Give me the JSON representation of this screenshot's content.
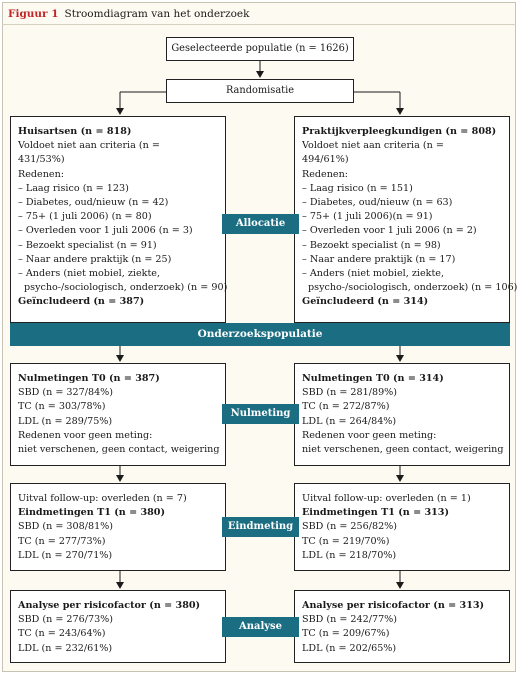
{
  "caption": {
    "label": "Figuur 1",
    "title": "Stroomdiagram van het onderzoek"
  },
  "population_box": "Geselecteerde populatie (n = 1626)",
  "randomisation_box": "Randomisatie",
  "left_allocation": [
    {
      "text": "Huisartsen (n = 818)",
      "style": "b"
    },
    {
      "text": "Voldoet niet aan criteria (n =",
      "style": ""
    },
    {
      "text": "431/53%)",
      "style": ""
    },
    {
      "text": "Redenen:",
      "style": ""
    },
    {
      "text": "– Laag risico (n = 123)",
      "style": ""
    },
    {
      "text": "– Diabetes, oud/nieuw (n = 42)",
      "style": ""
    },
    {
      "text": "– 75+ (1 juli 2006) (n = 80)",
      "style": ""
    },
    {
      "text": "– Overleden voor 1 juli 2006 (n = 3)",
      "style": ""
    },
    {
      "text": "– Bezoekt specialist (n = 91)",
      "style": ""
    },
    {
      "text": "– Naar andere praktijk (n = 25)",
      "style": ""
    },
    {
      "text": "– Anders (niet mobiel, ziekte,",
      "style": ""
    },
    {
      "text": "psycho-/sociologisch, onderzoek) (n = 90)",
      "style": "i"
    },
    {
      "text": "Geïncludeerd (n = 387)",
      "style": "b"
    }
  ],
  "right_allocation": [
    {
      "text": "Praktijkverpleegkundigen (n = 808)",
      "style": "b"
    },
    {
      "text": "Voldoet niet aan criteria (n =",
      "style": ""
    },
    {
      "text": "494/61%)",
      "style": ""
    },
    {
      "text": "Redenen:",
      "style": ""
    },
    {
      "text": "– Laag risico (n = 151)",
      "style": ""
    },
    {
      "text": "– Diabetes, oud/nieuw (n = 63)",
      "style": ""
    },
    {
      "text": "– 75+ (1 juli 2006)(n = 91)",
      "style": ""
    },
    {
      "text": "– Overleden voor 1 juli 2006 (n = 2)",
      "style": ""
    },
    {
      "text": "– Bezoekt specialist (n = 98)",
      "style": ""
    },
    {
      "text": "– Naar andere praktijk (n = 17)",
      "style": ""
    },
    {
      "text": "– Anders (niet mobiel, ziekte,",
      "style": ""
    },
    {
      "text": "psycho-/sociologisch, onderzoek) (n = 106)",
      "style": "i"
    },
    {
      "text": "Geïncludeerd (n = 314)",
      "style": "b"
    }
  ],
  "left_measure": [
    {
      "text": "Nulmetingen T0 (n = 387)",
      "style": "b"
    },
    {
      "text": "SBD (n = 327/84%)",
      "style": ""
    },
    {
      "text": "TC (n = 303/78%)",
      "style": ""
    },
    {
      "text": "LDL (n = 289/75%)",
      "style": ""
    },
    {
      "text": "Redenen voor geen meting:",
      "style": ""
    },
    {
      "text": "niet verschenen, geen contact, weigering",
      "style": ""
    }
  ],
  "right_measure": [
    {
      "text": "Nulmetingen T0 (n = 314)",
      "style": "b"
    },
    {
      "text": "SBD (n = 281/89%)",
      "style": ""
    },
    {
      "text": "TC (n = 272/87%)",
      "style": ""
    },
    {
      "text": "LDL (n = 264/84%)",
      "style": ""
    },
    {
      "text": "Redenen voor geen meting:",
      "style": ""
    },
    {
      "text": "niet verschenen, geen contact, weigering",
      "style": ""
    }
  ],
  "left_end": [
    {
      "text": "Uitval follow-up: overleden (n = 7)",
      "style": ""
    },
    {
      "text": "Eindmetingen T1 (n = 380)",
      "style": "b"
    },
    {
      "text": "SBD (n = 308/81%)",
      "style": ""
    },
    {
      "text": "TC (n = 277/73%)",
      "style": ""
    },
    {
      "text": "LDL (n = 270/71%)",
      "style": ""
    }
  ],
  "right_end": [
    {
      "text": "Uitval follow-up: overleden (n = 1)",
      "style": ""
    },
    {
      "text": "Eindmetingen T1 (n = 313)",
      "style": "b"
    },
    {
      "text": "SBD (n = 256/82%)",
      "style": ""
    },
    {
      "text": "TC (n = 219/70%)",
      "style": ""
    },
    {
      "text": "LDL (n = 218/70%)",
      "style": ""
    }
  ],
  "left_analysis": [
    {
      "text": "Analyse per risicofactor (n = 380)",
      "style": "b"
    },
    {
      "text": "SBD (n = 276/73%)",
      "style": ""
    },
    {
      "text": "TC (n = 243/64%)",
      "style": ""
    },
    {
      "text": "LDL (n = 232/61%)",
      "style": ""
    }
  ],
  "right_analysis": [
    {
      "text": "Analyse per risicofactor (n = 313)",
      "style": "b"
    },
    {
      "text": "SBD (n = 242/77%)",
      "style": ""
    },
    {
      "text": "TC (n = 209/67%)",
      "style": ""
    },
    {
      "text": "LDL (n = 202/65%)",
      "style": ""
    }
  ],
  "stage_labels": {
    "allocation": "Allocatie",
    "population_band": "Onderzoekspopulatie",
    "baseline": "Nulmeting",
    "endline": "Eindmeting",
    "analysis": "Analyse"
  },
  "colors": {
    "accent": "#1b6e82",
    "caption_label": "#c0282a",
    "frame_bg": "#fdfaf2"
  }
}
